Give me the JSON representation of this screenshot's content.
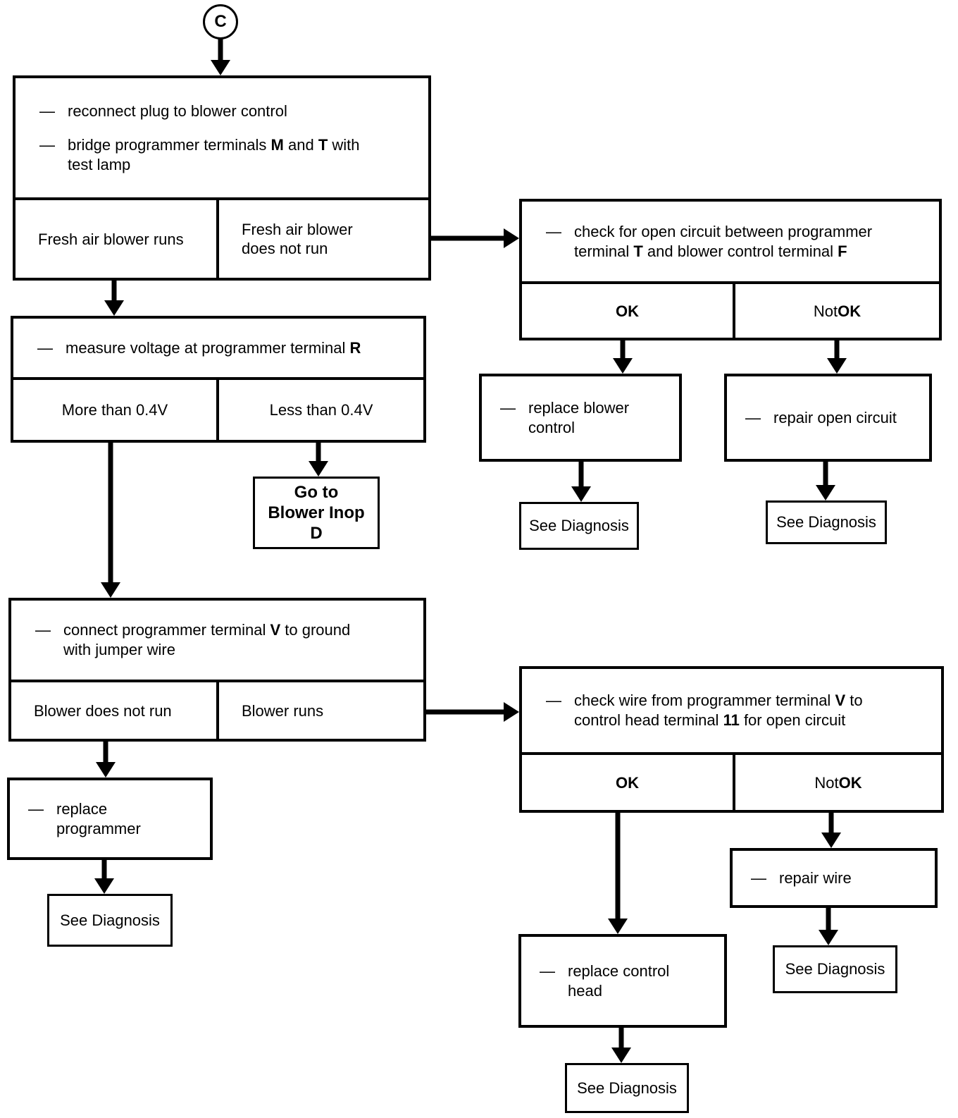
{
  "ui": {
    "dash": "—",
    "see_diagnosis": "See Diagnosis"
  },
  "connector": {
    "label": "C"
  },
  "step1": {
    "b1": "reconnect plug to blower control",
    "b2": [
      "bridge programmer terminals ",
      "M",
      " and ",
      "T",
      " with"
    ],
    "b2_cont": "test lamp",
    "left_cell": "Fresh air blower runs",
    "right_cell": [
      "Fresh air blower",
      "does not run"
    ]
  },
  "step2": {
    "b1": [
      "measure voltage at programmer terminal ",
      "R"
    ],
    "left_cell": "More than 0.4V",
    "right_cell": "Less than 0.4V"
  },
  "goto_box": [
    "Go to",
    "Blower Inop",
    "D"
  ],
  "step3": {
    "b1": [
      "connect programmer terminal ",
      "V",
      " to ground"
    ],
    "b1_cont": "with jumper wire",
    "left_cell": "Blower does not run",
    "right_cell": "Blower runs"
  },
  "check1": {
    "l1": "check for open circuit between programmer",
    "l2": [
      "terminal ",
      "T",
      " and blower control terminal ",
      "F"
    ],
    "ok": "OK",
    "not_ok": [
      "Not ",
      "OK"
    ]
  },
  "check2": {
    "l1": [
      "check wire from programmer terminal ",
      "V",
      " to"
    ],
    "l2": [
      "control head terminal ",
      "11",
      " for open circuit"
    ],
    "ok": "OK",
    "not_ok": [
      "Not ",
      "OK"
    ]
  },
  "actions": {
    "replace_blower_control": [
      "replace blower",
      "control"
    ],
    "repair_open_circuit": [
      "repair open circuit"
    ],
    "replace_programmer": [
      "replace",
      "programmer"
    ],
    "repair_wire": [
      "repair wire"
    ],
    "replace_control_head": [
      "replace control",
      "head"
    ]
  }
}
